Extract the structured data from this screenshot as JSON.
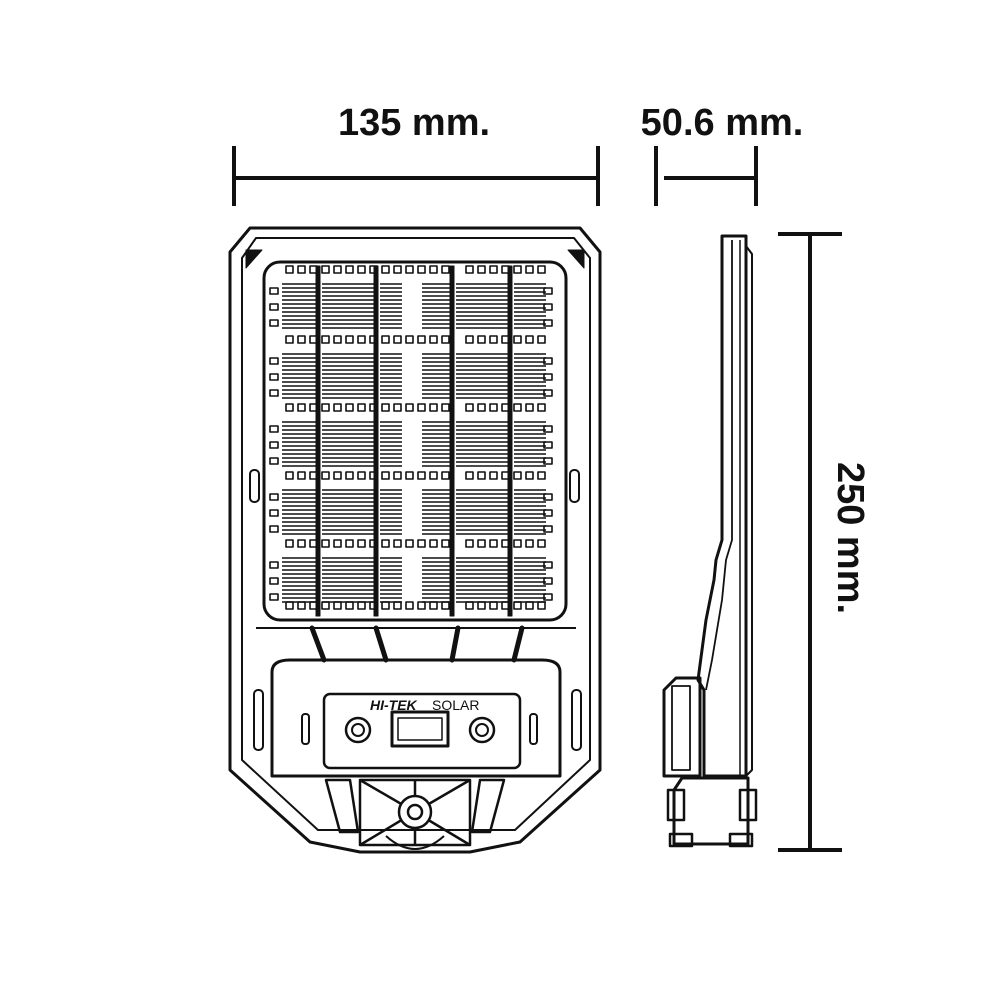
{
  "dimensions": {
    "width_label": "135 mm.",
    "depth_label": "50.6 mm.",
    "height_label": "250 mm."
  },
  "product": {
    "brand_primary": "HI-TEK",
    "brand_secondary": "SOLAR"
  },
  "colors": {
    "line": "#111111",
    "background": "#ffffff"
  }
}
